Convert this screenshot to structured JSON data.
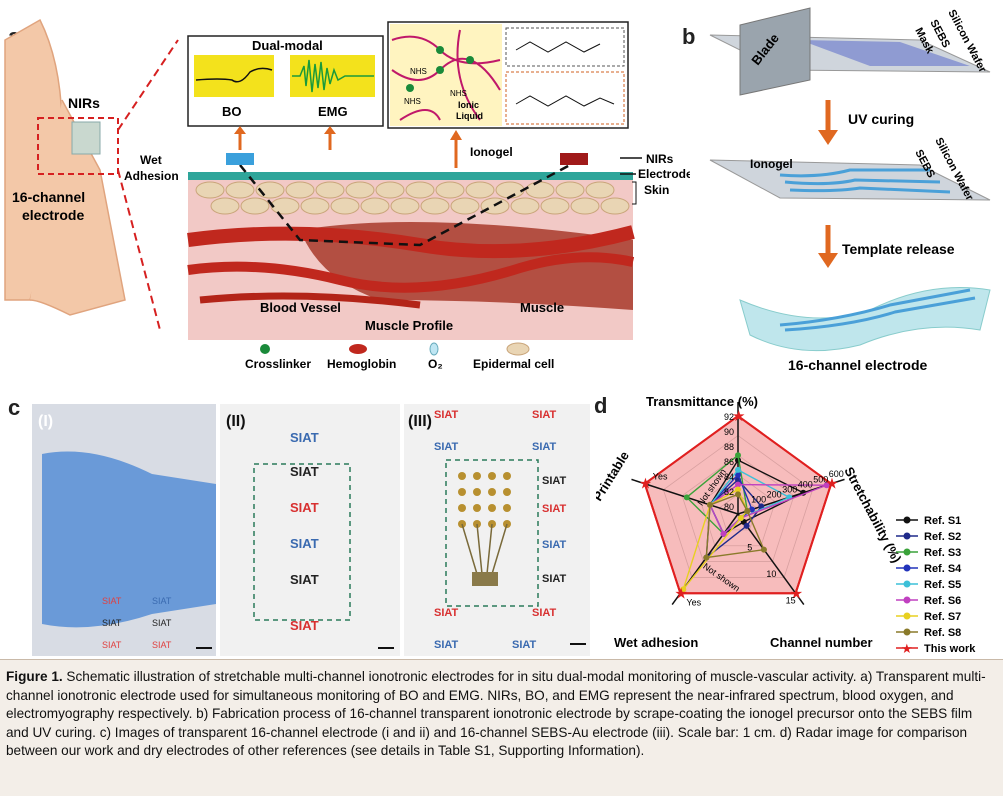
{
  "panels": {
    "a": "a",
    "b": "b",
    "c": "c",
    "d": "d"
  },
  "panel_a": {
    "arm_nirs": "NIRs",
    "arm_electrode": "16-channel\nelectrode",
    "dual_modal_title": "Dual-modal",
    "bo_label": "BO",
    "emg_label": "EMG",
    "nhs": "NHS",
    "ionic_liquid": "Ionic\nLiquid",
    "ionogel": "Ionogel",
    "wet_adhesion": "Wet\nAdhesion",
    "right_nirs": "NIRs",
    "right_electrode": "Electrode",
    "right_skin": "Skin",
    "blood_vessel": "Blood Vessel",
    "muscle": "Muscle",
    "muscle_profile": "Muscle Profile",
    "legend": [
      "Crosslinker",
      "Hemoglobin",
      "O₂",
      "Epidermal cell"
    ]
  },
  "panel_b": {
    "blade": "Blade",
    "mask": "Mask",
    "sebs": "SEBS",
    "silicon_wafer": "Silicon Wafer",
    "uv_curing": "UV curing",
    "ionogel": "Ionogel",
    "template_release": "Template release",
    "result": "16-channel electrode"
  },
  "panel_c": {
    "sub_i": "(I)",
    "sub_ii": "(II)",
    "sub_iii": "(III)",
    "siat": "SIAT"
  },
  "chart_data": {
    "type": "radar",
    "axes": [
      "Transmittance (%)",
      "Stretchability (%)",
      "Channel number",
      "Wet adhesion",
      "Printable"
    ],
    "axis_ticks": {
      "Transmittance (%)": [
        "92",
        "90",
        "88",
        "86",
        "84",
        "82",
        "80"
      ],
      "Stretchability (%)": [
        "100",
        "200",
        "300",
        "400",
        "500",
        "600"
      ],
      "Channel number": [
        "5",
        "10",
        "15"
      ],
      "Wet adhesion": [
        "Yes",
        "Not shown"
      ],
      "Printable": [
        "Yes",
        "Not shown"
      ]
    },
    "series": [
      {
        "name": "Ref. S1",
        "color": "#111111",
        "marker": "square"
      },
      {
        "name": "Ref. S2",
        "color": "#1f2a8a",
        "marker": "circle"
      },
      {
        "name": "Ref. S3",
        "color": "#3aa23a",
        "marker": "triangle"
      },
      {
        "name": "Ref. S4",
        "color": "#2233bb",
        "marker": "triangle-down"
      },
      {
        "name": "Ref. S5",
        "color": "#3cc0d8",
        "marker": "diamond"
      },
      {
        "name": "Ref. S6",
        "color": "#c040c0",
        "marker": "triangle-left"
      },
      {
        "name": "Ref. S7",
        "color": "#e8d020",
        "marker": "triangle-right"
      },
      {
        "name": "Ref. S8",
        "color": "#8a7a2a",
        "marker": "circle"
      },
      {
        "name": "This work",
        "color": "#e02020",
        "marker": "star"
      }
    ]
  },
  "caption": {
    "label": "Figure 1.",
    "text": " Schematic illustration of stretchable multi-channel ionotronic electrodes for in situ dual-modal monitoring of muscle-vascular activity. a) Transparent multi-channel ionotronic electrode used for simultaneous monitoring of BO and EMG. NIRs, BO, and EMG represent the near-infrared spectrum, blood oxygen, and electromyography respectively. b) Fabrication process of 16-channel transparent ionotronic electrode by scrape-coating the ionogel precursor onto the SEBS film and UV curing. c) Images of transparent 16-channel electrode (i and ii) and 16-channel SEBS-Au electrode (iii). Scale bar: 1 cm. d) Radar image for comparison between our work and dry electrodes of other references (see details in Table S1, Supporting Information)."
  }
}
